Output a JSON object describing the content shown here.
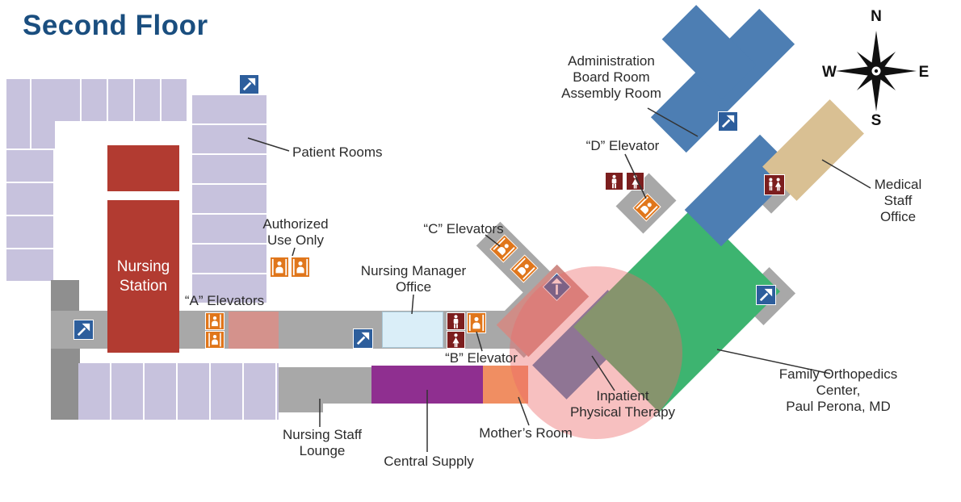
{
  "title": "Second Floor",
  "compass": {
    "north": "N",
    "east": "E",
    "south": "S",
    "west": "W"
  },
  "labels": {
    "patient_rooms": "Patient Rooms",
    "authorized_use": "Authorized\nUse Only",
    "nursing_station": "Nursing\nStation",
    "a_elevators": "“A” Elevators",
    "b_elevator": "“B” Elevator",
    "c_elevators": "“C” Elevators",
    "d_elevator": "“D” Elevator",
    "nursing_manager_office": "Nursing Manager\nOffice",
    "administration": "Administration\nBoard Room\nAssembly Room",
    "medical_staff_office": "Medical Staff\nOffice",
    "family_orthopedics": "Family Orthopedics Center,\nPaul Perona, MD",
    "inpatient_pt": "Inpatient\nPhysical Therapy",
    "mothers_room": "Mother’s Room",
    "central_supply": "Central Supply",
    "nursing_staff_lounge": "Nursing Staff\nLounge"
  },
  "icons": {
    "stairs": {
      "name": "stairs-icon",
      "glyph": "↗"
    },
    "elevator": {
      "name": "elevator-icon",
      "glyph": "⬆⬇"
    },
    "mens_restroom": {
      "name": "mens-restroom-icon",
      "glyph": "♂"
    },
    "womens_restroom": {
      "name": "womens-restroom-icon",
      "glyph": "♀"
    },
    "unisex_restroom": {
      "name": "unisex-restroom-icon",
      "glyph": "♂♀"
    },
    "compass": {
      "name": "compass-rose-icon"
    }
  },
  "colors": {
    "title-blue": "#1a4e7f",
    "room-lavender": "#c7c2dd",
    "red-block": "#b23b31",
    "corridor-gray": "#a8a8a8",
    "corridor-dark-gray": "#8f8f8f",
    "pink-room": "#d4928c",
    "office-lightblue": "#daeef8",
    "purple-room": "#8f2f90",
    "orange-room": "#f08e62",
    "diag-blue": "#4d7eb3",
    "diag-green": "#3db470",
    "diag-tan": "#d9c093",
    "diag-pink": "#cf8d87",
    "stairs-blue": "#2d5e9c",
    "elevator-orange": "#e0761b",
    "restroom-maroon": "#7c1e1e",
    "highlight-pink": "rgba(236,106,106,0.42)",
    "label-dark": "#2b2b2b"
  }
}
